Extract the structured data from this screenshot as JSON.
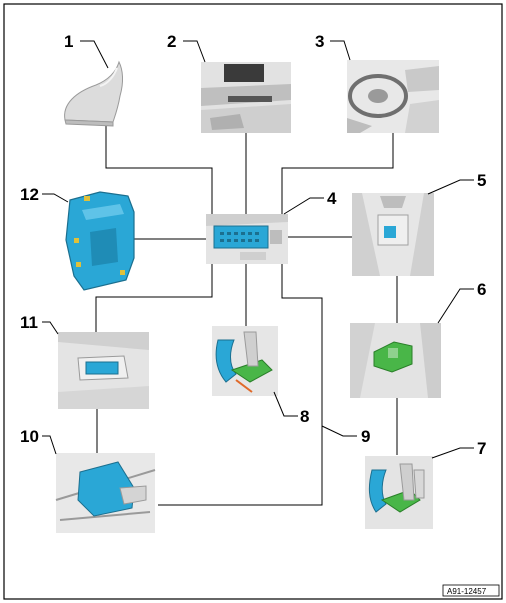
{
  "figure_ref": "A91-12457",
  "callouts": {
    "c1": "1",
    "c2": "2",
    "c3": "3",
    "c4": "4",
    "c5": "5",
    "c6": "6",
    "c7": "7",
    "c8": "8",
    "c9": "9",
    "c10": "10",
    "c11": "11",
    "c12": "12"
  },
  "colors": {
    "component_blue": "#2aa7d6",
    "bracket_green": "#49b648",
    "photo_gray": "#d9d9d9",
    "line": "#000000"
  }
}
